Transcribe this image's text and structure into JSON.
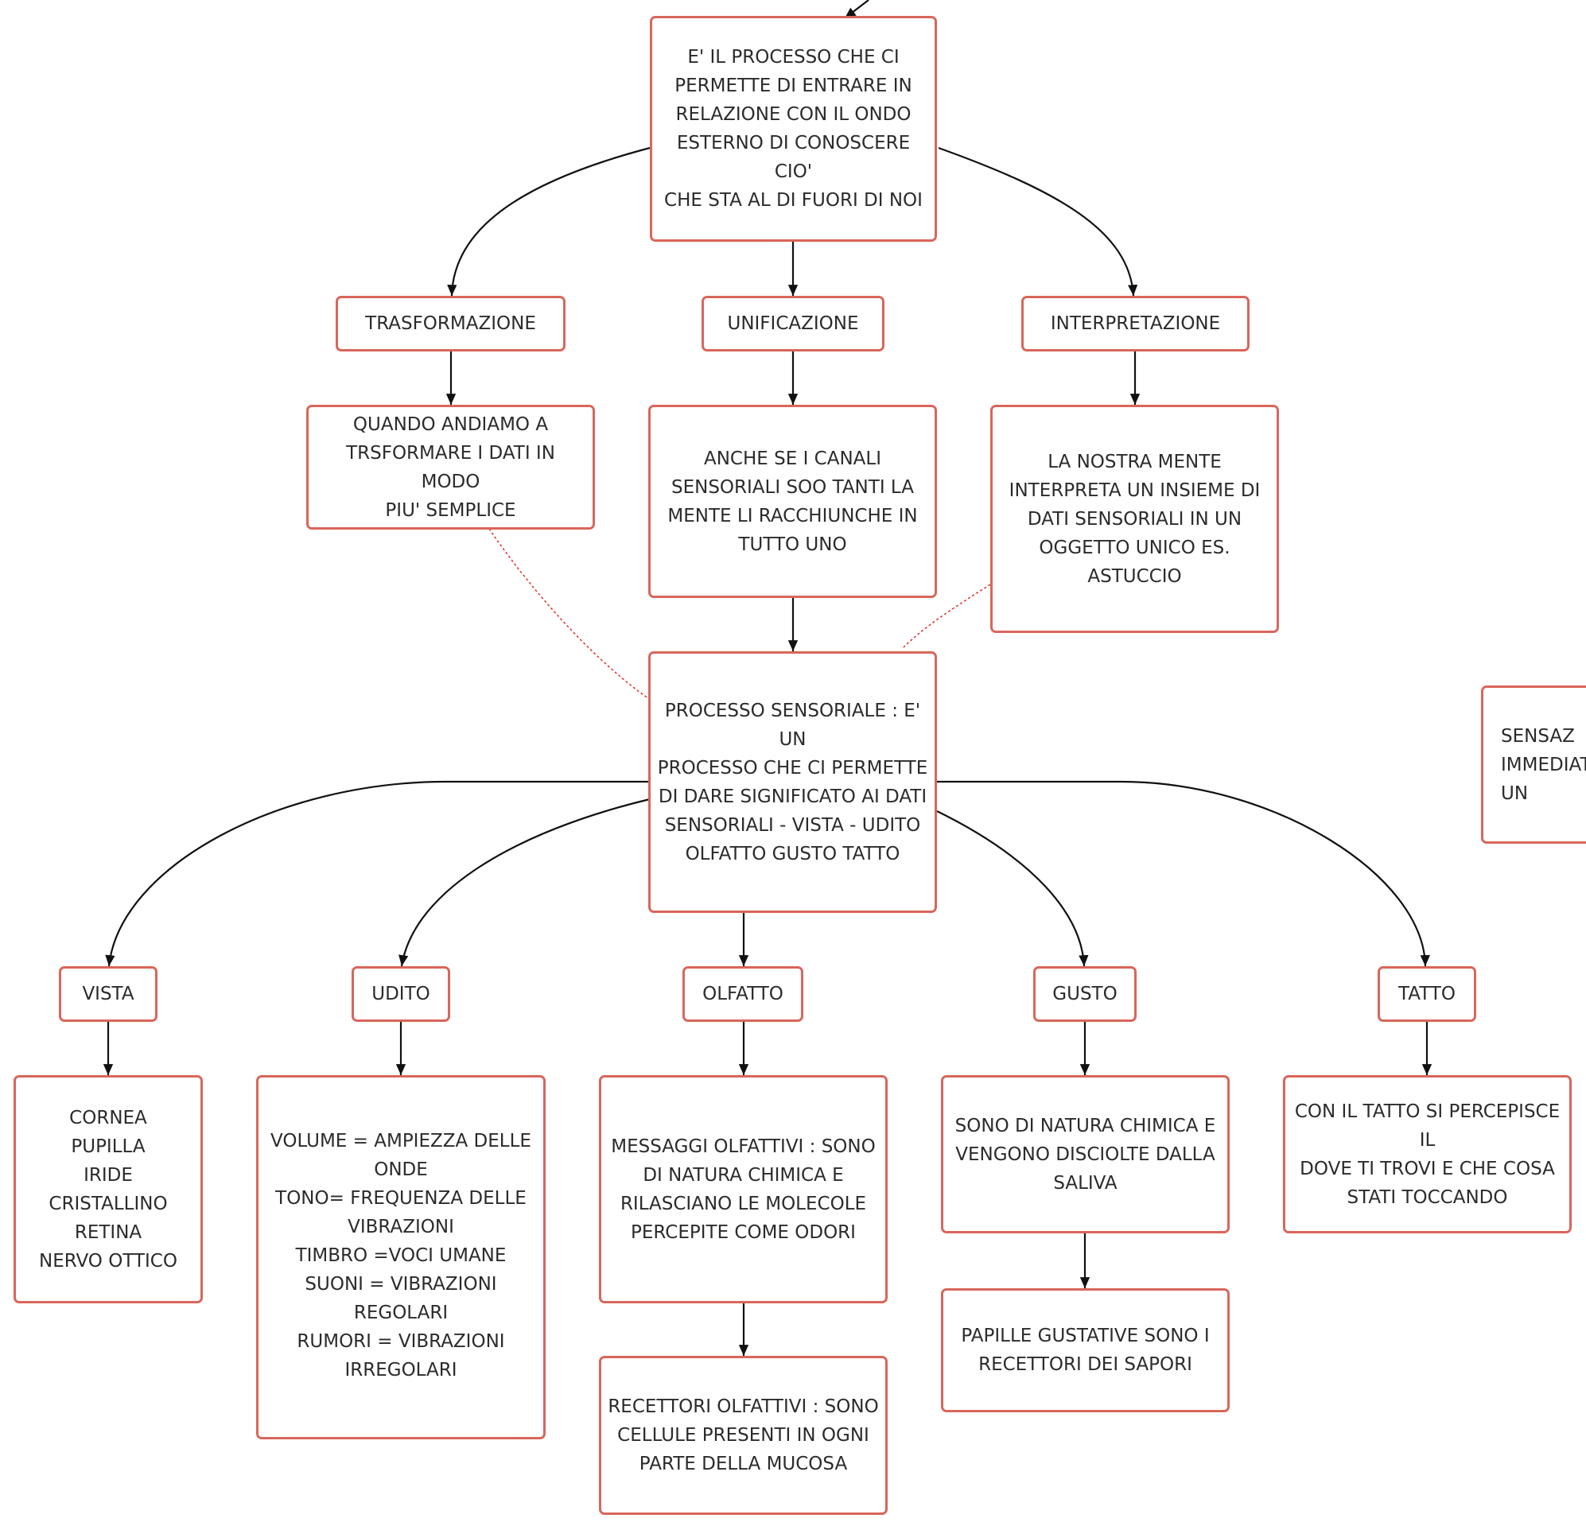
{
  "colors": {
    "node_border": "#d9665b",
    "edge": "#111111",
    "dashed_edge": "#e03a32"
  },
  "nodes": {
    "definition": "E' IL PROCESSO CHE CI\nPERMETTE DI ENTRARE IN\nRELAZIONE CON IL ONDO\nESTERNO DI CONOSCERE CIO'\nCHE STA AL DI FUORI DI NOI",
    "trasformazione": "TRASFORMAZIONE",
    "unificazione": "UNIFICAZIONE",
    "interpretazione": "INTERPRETAZIONE",
    "trasformazione_desc": "QUANDO ANDIAMO A\nTRSFORMARE I DATI IN MODO\nPIU' SEMPLICE",
    "unificazione_desc": "ANCHE SE I CANALI\nSENSORIALI SOO TANTI LA\nMENTE LI RACCHIUNCHE IN\nTUTTO UNO",
    "interpretazione_desc": "LA NOSTRA MENTE\nINTERPRETA UN INSIEME DI\nDATI SENSORIALI IN UN\nOGGETTO UNICO ES.\nASTUCCIO",
    "processo_sensoriale": "PROCESSO SENSORIALE : E' UN\nPROCESSO CHE CI PERMETTE\nDI DARE SIGNIFICATO AI DATI\nSENSORIALI  - VISTA - UDITO\nOLFATTO GUSTO TATTO",
    "sensazione_partial": "SENSAZ\nIMMEDIAT\nUN",
    "vista": "VISTA",
    "udito": "UDITO",
    "olfatto": "OLFATTO",
    "gusto": "GUSTO",
    "tatto": "TATTO",
    "vista_desc": "CORNEA\nPUPILLA\nIRIDE\nCRISTALLINO\nRETINA\nNERVO OTTICO",
    "udito_desc": "VOLUME = AMPIEZZA DELLE\nONDE\nTONO= FREQUENZA DELLE\nVIBRAZIONI\nTIMBRO =VOCI UMANE\nSUONI = VIBRAZIONI REGOLARI\nRUMORI = VIBRAZIONI\nIRREGOLARI",
    "olfatto_desc": "MESSAGGI OLFATTIVI : SONO\nDI NATURA CHIMICA E\nRILASCIANO LE MOLECOLE\nPERCEPITE COME ODORI",
    "olfatto_recettori": "RECETTORI OLFATTIVI : SONO\nCELLULE PRESENTI IN OGNI\nPARTE DELLA MUCOSA",
    "gusto_desc": "SONO DI NATURA CHIMICA E\nVENGONO DISCIOLTE DALLA\nSALIVA",
    "gusto_papille": "PAPILLE GUSTATIVE SONO I\nRECETTORI DEI SAPORI",
    "tatto_desc": "CON IL TATTO SI PERCEPISCE IL\nDOVE TI TROVI E CHE COSA\nSTATI TOCCANDO"
  }
}
